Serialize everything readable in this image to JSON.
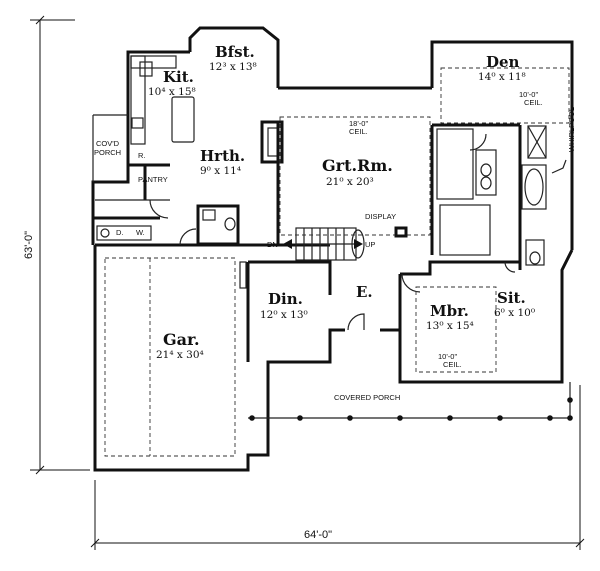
{
  "rooms": {
    "bfst": {
      "name": "Bfst.",
      "size": "12³ x 13⁸"
    },
    "kit": {
      "name": "Kit.",
      "size": "10⁴ x 15⁸"
    },
    "den": {
      "name": "Den",
      "size": "14⁰ x 11⁸"
    },
    "hrth": {
      "name": "Hrth.",
      "size": "9⁰ x 11⁴"
    },
    "grtrm": {
      "name": "Grt.Rm.",
      "size": "21⁰ x 20³"
    },
    "din": {
      "name": "Din.",
      "size": "12⁰ x 13⁰"
    },
    "entry": {
      "name": "E."
    },
    "mbr": {
      "name": "Mbr.",
      "size": "13⁰ x 15⁴"
    },
    "sit": {
      "name": "Sit.",
      "size": "6⁰ x 10⁰"
    },
    "gar": {
      "name": "Gar.",
      "size": "21⁴ x 30⁴"
    }
  },
  "labels": {
    "covd_porch_1": "COV'D",
    "covd_porch_2": "PORCH",
    "pantry": "PANTRY",
    "r": "R.",
    "d": "D.",
    "w": "W.",
    "display": "DISPLAY",
    "dn": "DN",
    "up": "UP",
    "whirlpool": "WHIRLPOOL",
    "covered_porch": "COVERED PORCH",
    "grt_ceil_1": "18'-0\"",
    "grt_ceil_2": "CEIL.",
    "den_ceil_1": "10'-0\"",
    "den_ceil_2": "CEIL.",
    "mbr_ceil_1": "10'-0\"",
    "mbr_ceil_2": "CEIL."
  },
  "dimensions": {
    "width": "64'-0\"",
    "depth": "63'-0\""
  }
}
